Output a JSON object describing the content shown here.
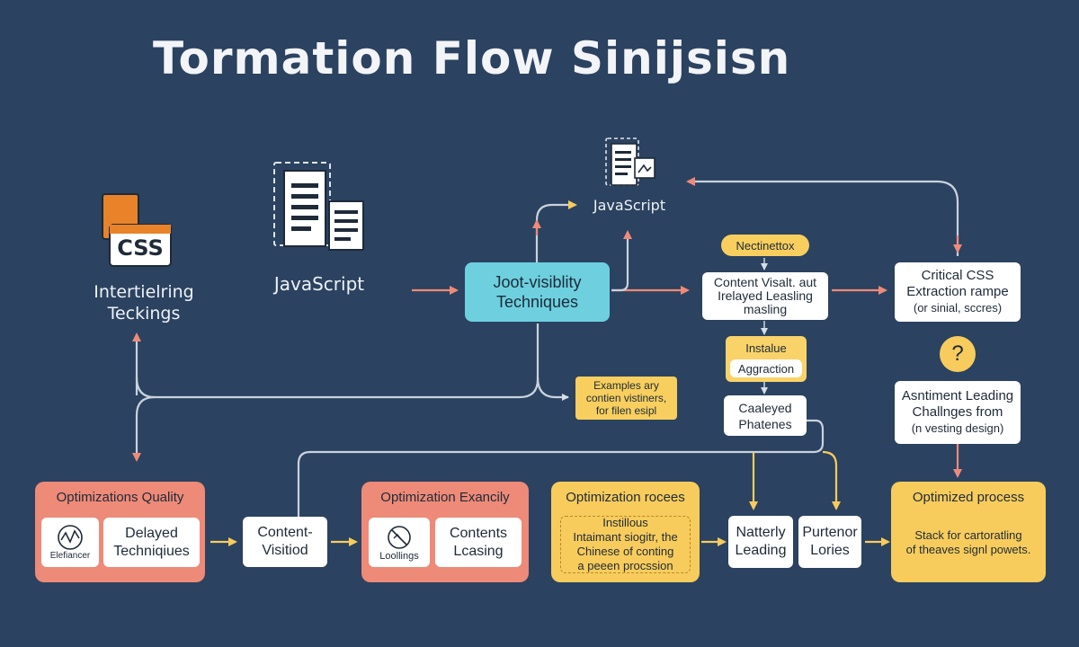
{
  "title": "Tormation Flow Sinijsisn",
  "colors": {
    "background": "#2b4260",
    "salmon": "#ee8a78",
    "cyan": "#6ed0df",
    "yellow": "#f8cc5c",
    "connector": "#c9d2de",
    "arrow": "#ef8a78"
  },
  "icons": {
    "css": {
      "name": "css-file-icon",
      "text": "CSS"
    },
    "document": {
      "name": "document-icon"
    },
    "javascript_file": {
      "name": "javascript-file-icon"
    },
    "chart": {
      "name": "chart-icon"
    },
    "no_entry": {
      "name": "no-entry-icon"
    }
  },
  "left_label": [
    "Intertielring",
    "Teckings"
  ],
  "doc_label": "JavaScript",
  "js_label": "JavaScript",
  "nodes": {
    "techniques": [
      "Joot-visiblity",
      "Techniques"
    ],
    "pill": "Nectinettox",
    "content_visual": [
      "Content Visalt. aut",
      "Irelayed Leasling",
      "masling"
    ],
    "critical": [
      "Critical CSS",
      "Extraction rampe",
      "(or sinial, sccres)"
    ],
    "instalue": "Instalue",
    "aggraction": "Aggraction",
    "examples": [
      "Examples ary",
      "contien vistiners,",
      "for filen esipl"
    ],
    "caaleyed": [
      "Caaleyed",
      "Phatenes"
    ],
    "question": "?",
    "assessment": [
      "Asntiment Leading",
      "Challnges from",
      "(n vesting design)"
    ]
  },
  "bottom": {
    "group1": {
      "title": "Optimizations Quality",
      "icon_label": "Elefiancer",
      "inner": [
        "Delayed",
        "Techniqiues"
      ]
    },
    "content_visitiod": [
      "Content-",
      "Visitiod"
    ],
    "group2": {
      "title": "Optimization Exancily",
      "icon_label": "Loollings",
      "inner": [
        "Contents",
        "Lcasing"
      ]
    },
    "group3": {
      "title": "Optimization rocees",
      "inner": [
        "Instillous",
        "Intaimant siogitr, the",
        "Chinese of conting",
        "a peeen procssion"
      ]
    },
    "natterly": [
      "Natterly",
      "Leading"
    ],
    "purtenor": [
      "Purtenor",
      "Lories"
    ],
    "group4": {
      "title": "Optimized process",
      "inner": [
        "Stack for cartoratling",
        "of theaves signl powets."
      ]
    }
  }
}
